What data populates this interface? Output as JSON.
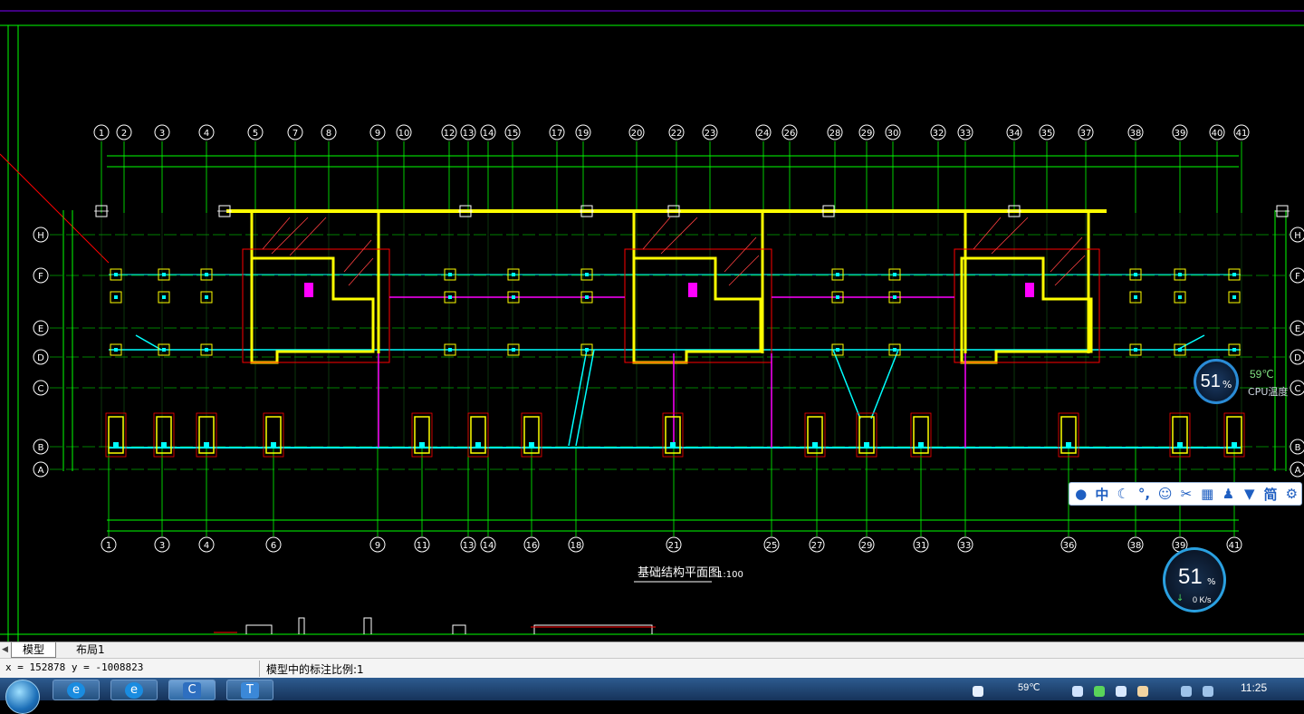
{
  "drawing": {
    "title": "基础结构平面图",
    "scale": "1:100",
    "top_axis_labels": [
      "1",
      "2",
      "3",
      "4",
      "5",
      "7",
      "8",
      "9",
      "10",
      "12",
      "13",
      "14",
      "15",
      "17",
      "19",
      "20",
      "22",
      "23",
      "24",
      "26",
      "28",
      "29",
      "30",
      "32",
      "33",
      "34",
      "35",
      "37",
      "38",
      "39",
      "40",
      "41"
    ],
    "bottom_axis_labels": [
      "1",
      "3",
      "4",
      "6",
      "9",
      "11",
      "13",
      "14",
      "16",
      "18",
      "21",
      "25",
      "27",
      "29",
      "31",
      "33",
      "36",
      "38",
      "39",
      "41"
    ],
    "left_axis_labels": [
      "H",
      "F",
      "E",
      "D",
      "C",
      "B",
      "A"
    ],
    "colors": {
      "background": "#000000",
      "dimension": "#00ff00",
      "wall": "#ffff00",
      "column": "#00ffff",
      "beam": "#ff00ff",
      "label": "#ff0000",
      "axis": "#ffffff"
    }
  },
  "ime_toolbar": {
    "items": [
      {
        "icon": "user-icon",
        "label": ""
      },
      {
        "icon": "chinese-mode-icon",
        "label": "中"
      },
      {
        "icon": "moon-icon",
        "label": ""
      },
      {
        "icon": "punctuation-icon",
        "label": "°,"
      },
      {
        "icon": "smiley-icon",
        "label": ""
      },
      {
        "icon": "scissors-icon",
        "label": ""
      },
      {
        "icon": "keyboard-icon",
        "label": ""
      },
      {
        "icon": "person-icon",
        "label": ""
      },
      {
        "icon": "shirt-icon",
        "label": ""
      },
      {
        "icon": "simplified-icon",
        "label": "简"
      },
      {
        "icon": "gear-icon",
        "label": ""
      }
    ]
  },
  "cpu_widget": {
    "usage_value": "51",
    "usage_unit": "%",
    "temperature": "59℃",
    "label": "CPU温度"
  },
  "net_widget": {
    "usage_value": "51",
    "usage_unit": "%",
    "speed": "0 K/s"
  },
  "tabs": {
    "model": "模型",
    "layout1": "布局1"
  },
  "status": {
    "coordinates": "x = 152878  y = -1008823",
    "message": "模型中的标注比例:1"
  },
  "taskbar": {
    "temperature": "59℃",
    "time": "11:25"
  }
}
